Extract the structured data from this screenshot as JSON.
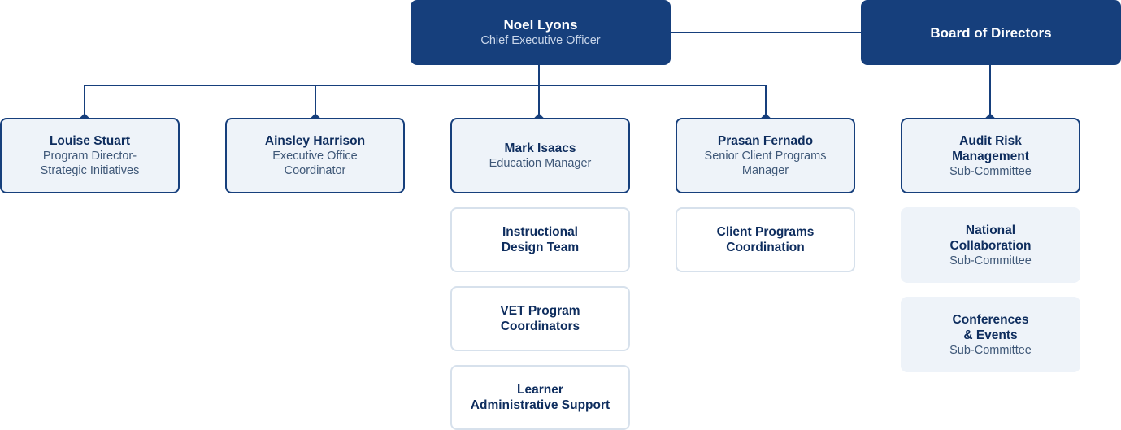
{
  "colors": {
    "primary": "#163f7c",
    "line": "#163f7c",
    "light_fill": "#eef3f9",
    "white_border": "#d7e1ec",
    "title_text": "#0e2d5e",
    "sub_text": "#3f5878"
  },
  "ceo": {
    "name": "Noel Lyons",
    "role": "Chief Executive Officer"
  },
  "board": {
    "name": "Board of Directors"
  },
  "managers": [
    {
      "name": "Louise Stuart",
      "role": "Program Director-\nStrategic Initiatives"
    },
    {
      "name": "Ainsley Harrison",
      "role": "Executive Office\nCoordinator"
    },
    {
      "name": "Mark Isaacs",
      "role": "Education Manager"
    },
    {
      "name": "Prasan Fernado",
      "role": "Senior Client Programs\nManager"
    }
  ],
  "education_teams": [
    {
      "name": "Instructional\nDesign Team"
    },
    {
      "name": "VET Program\nCoordinators"
    },
    {
      "name": "Learner\nAdministrative Support"
    }
  ],
  "client_teams": [
    {
      "name": "Client Programs\nCoordination"
    }
  ],
  "committees": [
    {
      "name": "Audit Risk\nManagement",
      "type": "Sub-Committee"
    },
    {
      "name": "National\nCollaboration",
      "type": "Sub-Committee"
    },
    {
      "name": "Conferences\n& Events",
      "type": "Sub-Committee"
    }
  ]
}
